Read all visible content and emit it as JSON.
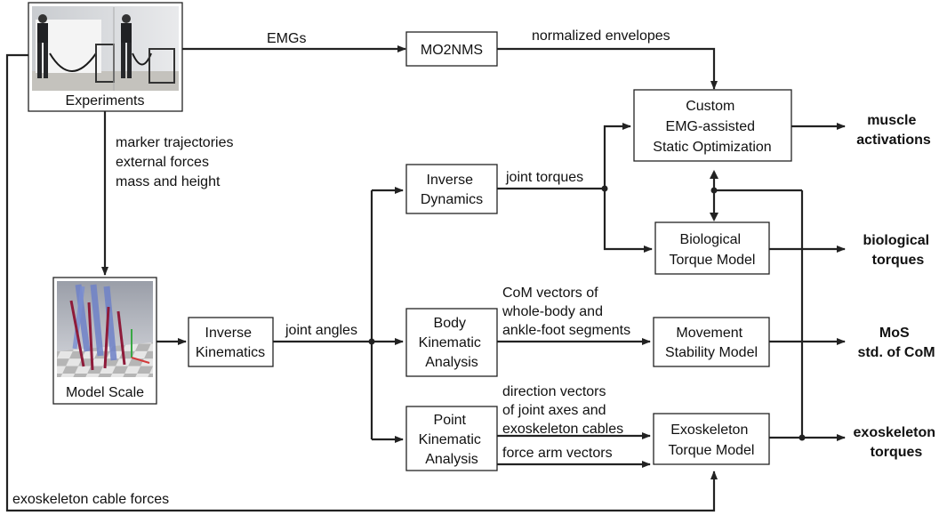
{
  "experiments": {
    "caption": "Experiments"
  },
  "model_scale": {
    "caption": "Model Scale"
  },
  "boxes": {
    "mo2nms": [
      "MO2NMS"
    ],
    "static_opt": [
      "Custom",
      "EMG-assisted",
      "Static Optimization"
    ],
    "inverse_dynamics": [
      "Inverse",
      "Dynamics"
    ],
    "bio_torque": [
      "Biological",
      "Torque Model"
    ],
    "inverse_kinematics": [
      "Inverse",
      "Kinematics"
    ],
    "body_kin": [
      "Body",
      "Kinematic",
      "Analysis"
    ],
    "stability": [
      "Movement",
      "Stability Model"
    ],
    "point_kin": [
      "Point",
      "Kinematic",
      "Analysis"
    ],
    "exo_torque": [
      "Exoskeleton",
      "Torque Model"
    ]
  },
  "labels": {
    "emgs": "EMGs",
    "normalized_envelopes": "normalized envelopes",
    "scale_inputs": [
      "marker trajectories",
      "external forces",
      "mass and height"
    ],
    "joint_torques": "joint torques",
    "joint_angles": "joint angles",
    "com_vectors": [
      "CoM vectors of",
      "whole-body and",
      "ankle-foot segments"
    ],
    "direction_vectors": [
      "direction vectors",
      "of joint axes and",
      "exoskeleton cables"
    ],
    "force_arm": "force arm vectors",
    "cable_forces": "exoskeleton cable forces"
  },
  "outputs": {
    "muscle_activations": [
      "muscle",
      "activations"
    ],
    "biological_torques": [
      "biological",
      "torques"
    ],
    "mos": [
      "MoS",
      "std. of CoM"
    ],
    "exo_torques": [
      "exoskeleton",
      "torques"
    ]
  },
  "colors": {
    "line": "#222222",
    "muscle_blue": "#6f82c8",
    "bone_red": "#8e1b3a",
    "floor_light": "#e8e8e8",
    "floor_dark": "#b8b8b8"
  }
}
